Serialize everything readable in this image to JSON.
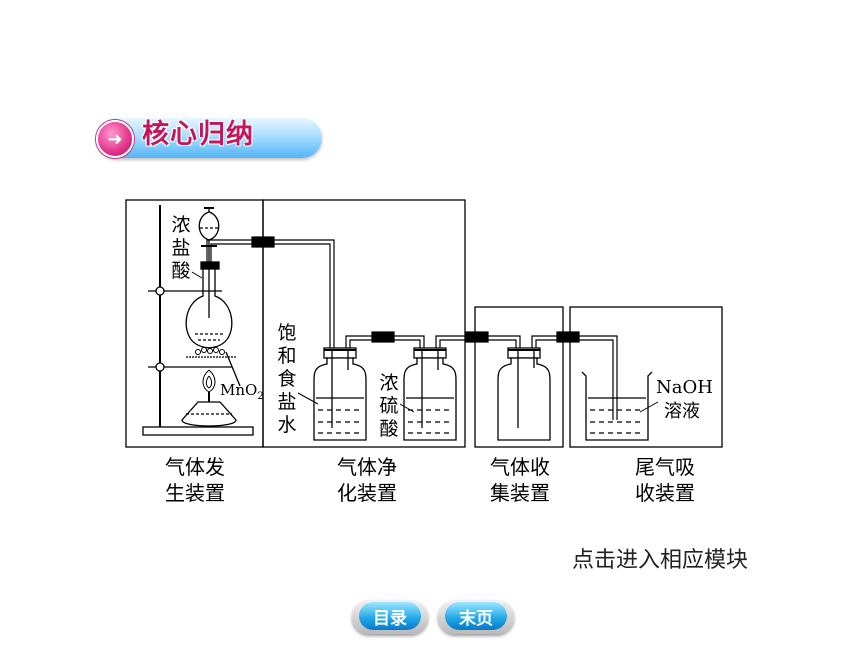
{
  "banner": {
    "title": "核心归纳",
    "icon": "arrow-right-circle-icon"
  },
  "apparatus_labels": {
    "conc_hcl": "浓盐酸",
    "mno2_formula": "MnO",
    "mno2_subscript": "2",
    "sat_brine": "饱和食盐水",
    "conc_h2so4": "浓硫酸",
    "naoh_formula": "NaOH",
    "naoh_solution": "溶液"
  },
  "captions": {
    "generation": [
      "气体发",
      "生装置"
    ],
    "purification": [
      "气体净",
      "化装置"
    ],
    "collection": [
      "气体收",
      "集装置"
    ],
    "absorption": [
      "尾气吸",
      "收装置"
    ]
  },
  "hint": "点击进入相应模块",
  "nav": {
    "toc_label": "目录",
    "last_label": "末页"
  }
}
